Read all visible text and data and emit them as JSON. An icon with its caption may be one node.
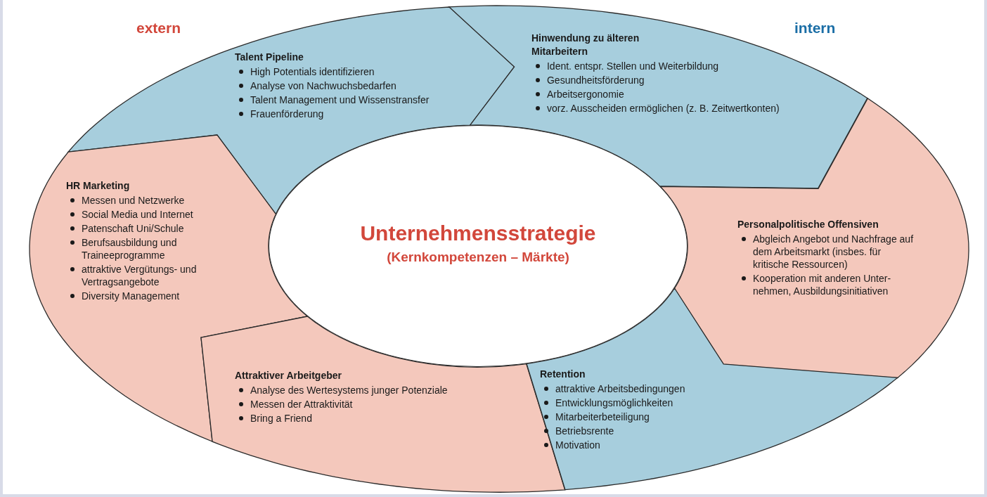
{
  "diagram": {
    "nodes": [
      {
        "text": [
          "Talent Pipeline",
          "High Potentials identifizieren",
          "Analyse von Nachwuchsbedarfen",
          "Talent Management und Wissenstransfer",
          "Frauenförderung"
        ]
      },
      {
        "text": [
          "Hinwendung zu älteren Mitarbeitern",
          "Ident. entspr. Stellen und Weiterbildung",
          "Gesundheitsförderung",
          "Arbeitsergonomie",
          "vorz. Ausscheiden ermöglichen (z. B. Zeitwertkonten)"
        ]
      },
      {
        "text": [
          "HR Marketing",
          "Messen und Netzwerke",
          "Social Media und Internet",
          "Patenschaft Uni/Schule",
          "Berufsausbildung und Traineeprogramme",
          "attraktive Vergütungs- und Vertragsangebote",
          "Diversity Management"
        ]
      },
      {
        "text": [
          "Unternehmensstrategie",
          "(Kernkompetenzen – Märkte)"
        ]
      },
      {
        "text": [
          "Personalpolitische Offensiven",
          "Abgleich Angebot und Nachfrage auf dem Arbeitsmarkt (insbes. für kritische Ressourcen)",
          "Kooperation mit anderen Unter- nehmen, Ausbildungsinitiativen"
        ]
      },
      {
        "text": [
          "Attraktiver Arbeitgeber",
          "Analyse des Wertesystems junger Potenziale",
          "Messen der Attraktivität",
          "Bring a Friend"
        ]
      },
      {
        "text": [
          "Retention",
          "attraktive Arbeitsbedingungen",
          "Entwicklungsmöglichkeiten",
          "Mitarbeiterbeteiligung",
          "Betriebsrente",
          "Motivation"
        ]
      }
    ],
    "labels": [
      "extern",
      "intern"
    ]
  }
}
